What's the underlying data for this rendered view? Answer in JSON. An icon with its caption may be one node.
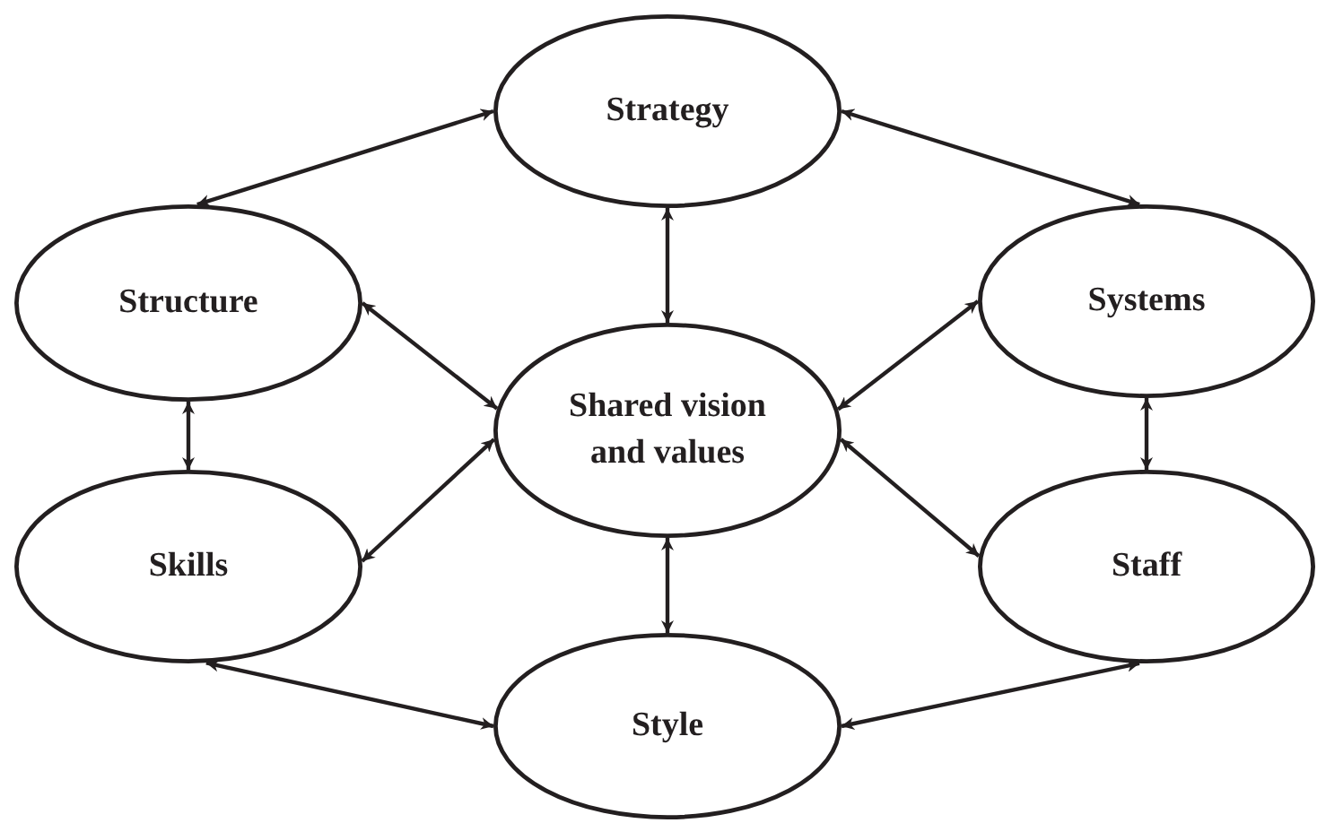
{
  "diagram": {
    "nodes": [
      {
        "text": [
          "Strategy"
        ]
      },
      {
        "text": [
          "Structure"
        ]
      },
      {
        "text": [
          "Systems"
        ]
      },
      {
        "text": [
          "Shared vision and values"
        ]
      },
      {
        "text": [
          "Skills"
        ]
      },
      {
        "text": [
          "Staff"
        ]
      },
      {
        "text": [
          "Style"
        ]
      }
    ],
    "edges": [
      {
        "from": 0,
        "to": 1,
        "arrow": "both"
      },
      {
        "from": 0,
        "to": 2,
        "arrow": "both"
      },
      {
        "from": 0,
        "to": 3,
        "arrow": "both"
      },
      {
        "from": 1,
        "to": 3,
        "arrow": "both"
      },
      {
        "from": 1,
        "to": 4,
        "arrow": "both"
      },
      {
        "from": 2,
        "to": 3,
        "arrow": "both"
      },
      {
        "from": 2,
        "to": 5,
        "arrow": "both"
      },
      {
        "from": 3,
        "to": 4,
        "arrow": "both"
      },
      {
        "from": 3,
        "to": 5,
        "arrow": "both"
      },
      {
        "from": 3,
        "to": 6,
        "arrow": "both"
      },
      {
        "from": 4,
        "to": 6,
        "arrow": "both"
      },
      {
        "from": 5,
        "to": 6,
        "arrow": "both"
      }
    ]
  }
}
